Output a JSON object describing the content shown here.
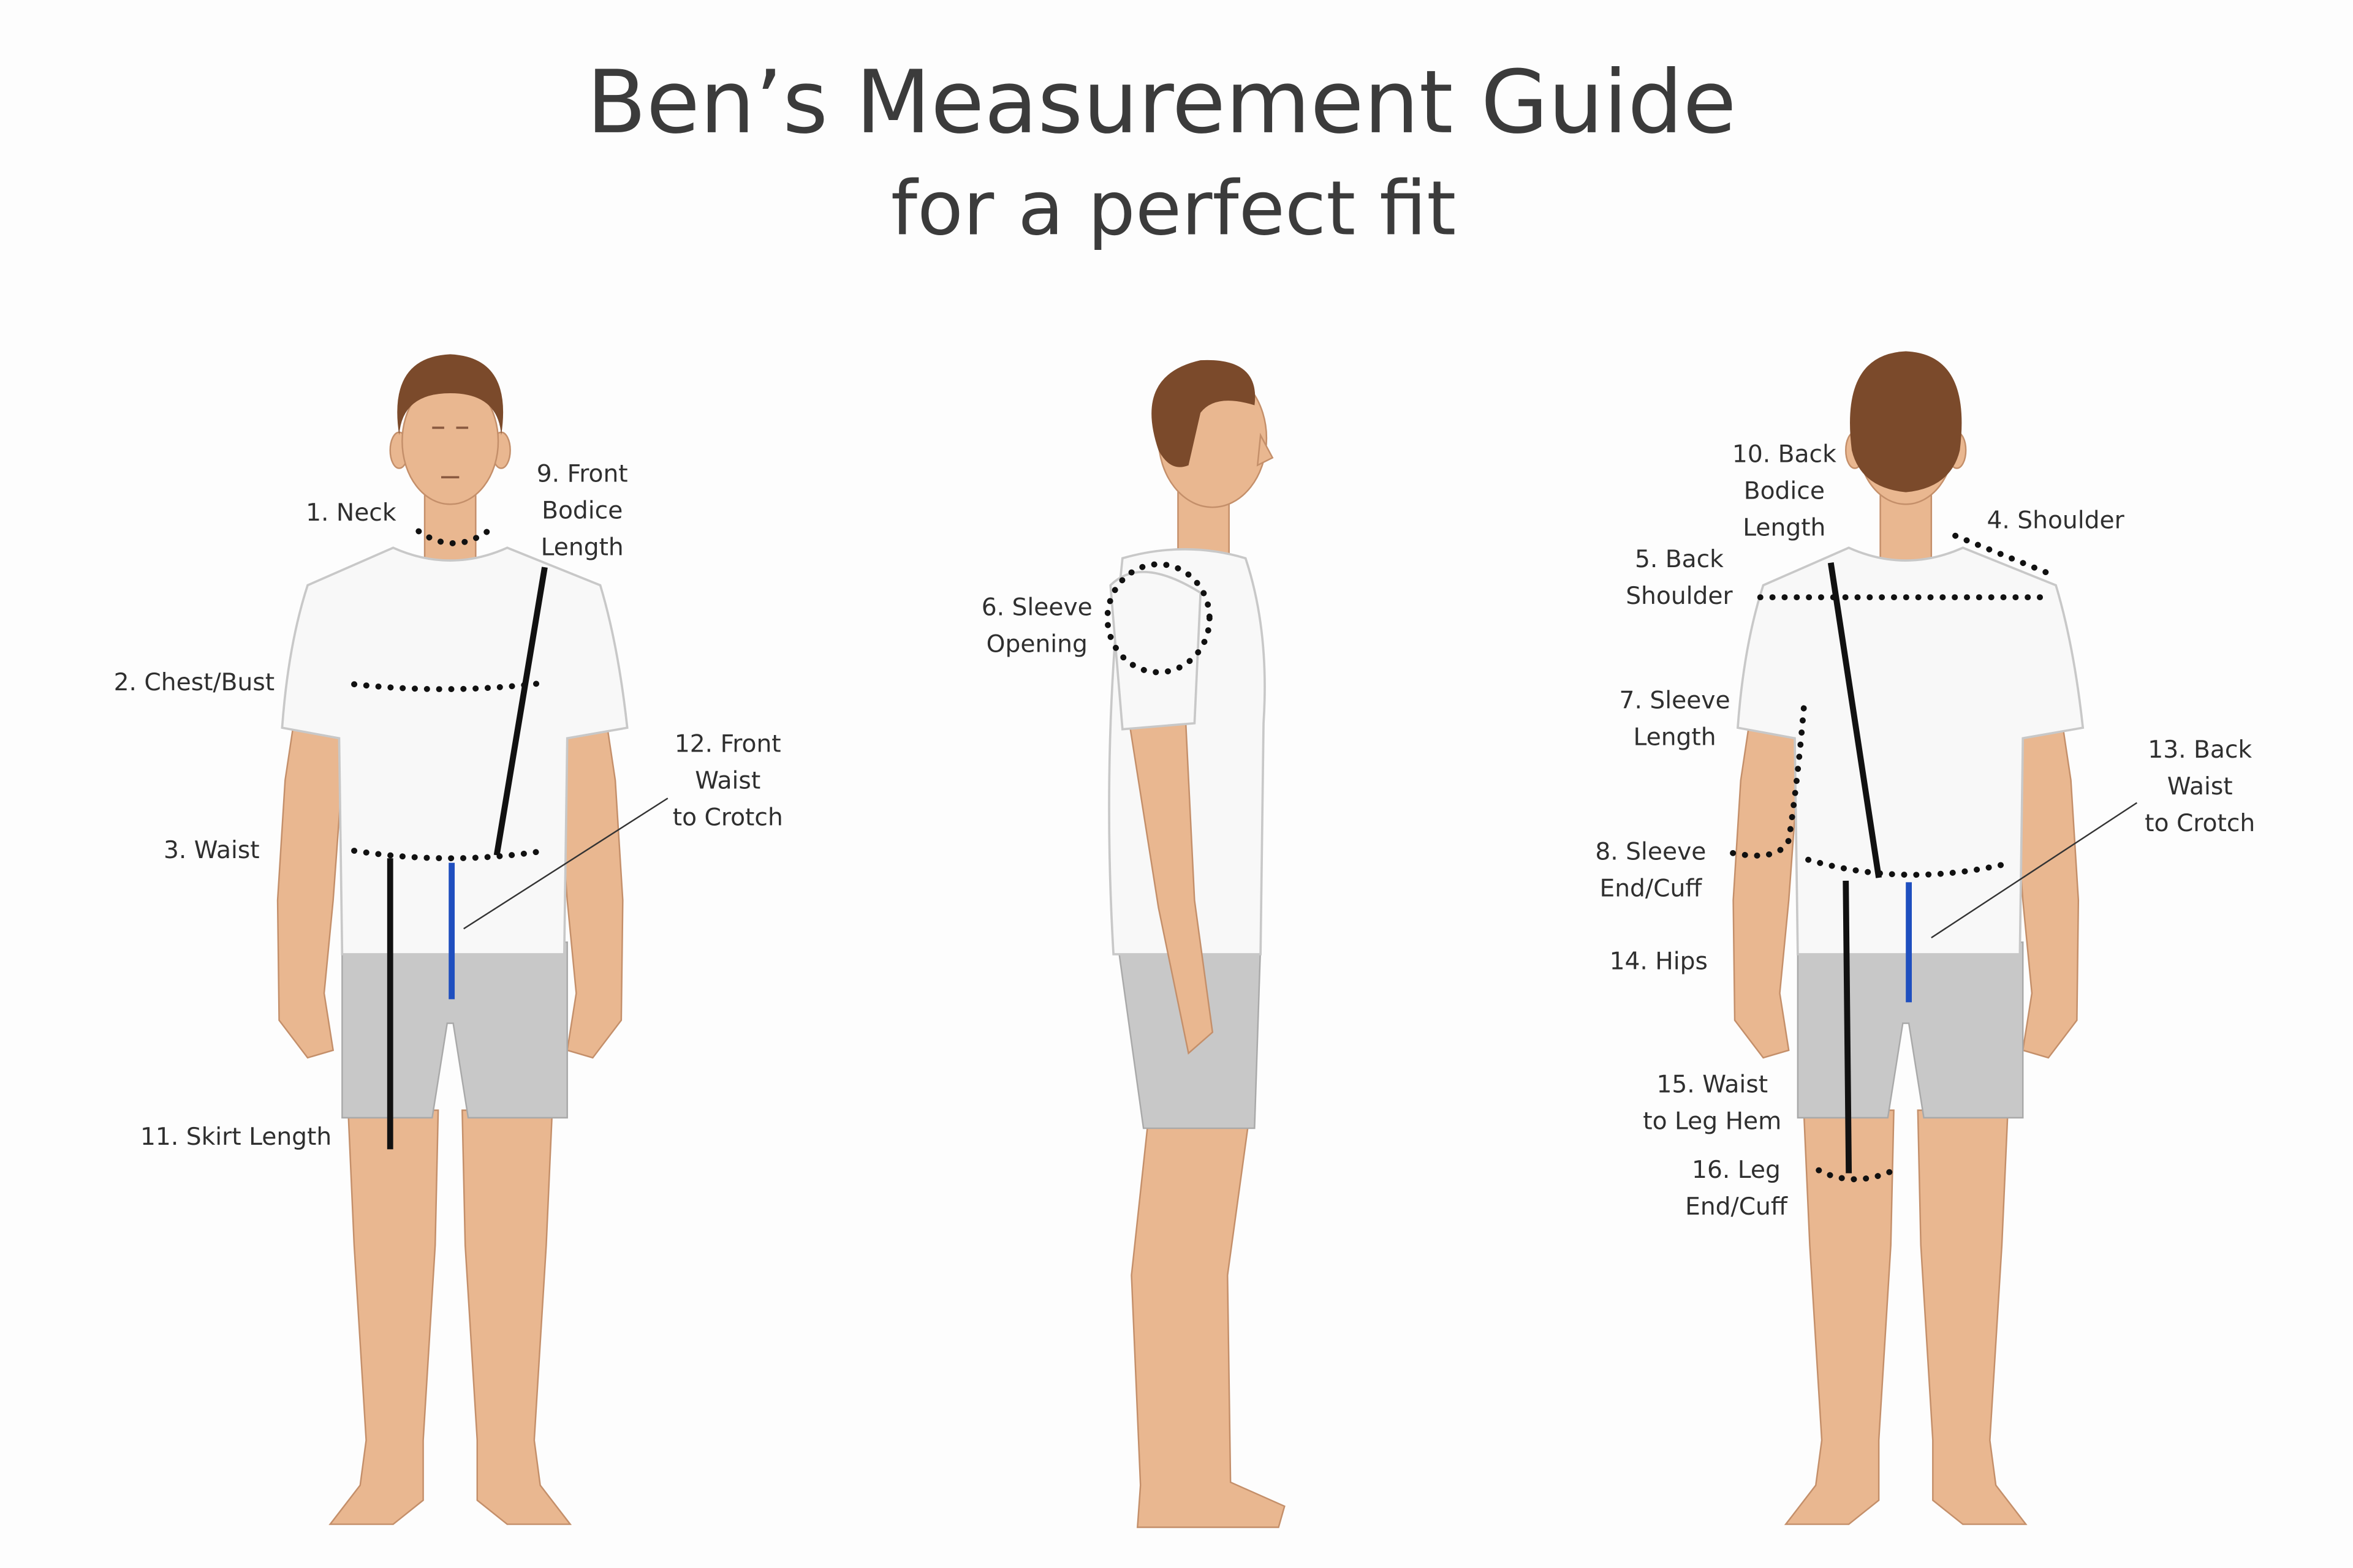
{
  "title": "Ben’s Measurement Guide",
  "subtitle": "for a perfect fit",
  "colors": {
    "text": "#3b3b3b",
    "measure_line": "#111111",
    "crotch_line": "#1f4fbf",
    "skin": "#e9b790",
    "shirt": "#f8f8f8",
    "shorts": "#c8c8c8",
    "hair": "#7b4a2b"
  },
  "views": [
    "front",
    "side",
    "back"
  ],
  "labels": [
    {
      "id": "neck",
      "lines": [
        "1. Neck"
      ]
    },
    {
      "id": "chest",
      "lines": [
        "2. Chest/Bust"
      ]
    },
    {
      "id": "waist",
      "lines": [
        "3. Waist"
      ]
    },
    {
      "id": "shoulder",
      "lines": [
        "4. Shoulder"
      ]
    },
    {
      "id": "back-shoulder",
      "lines": [
        "5. Back",
        "Shoulder"
      ]
    },
    {
      "id": "sleeve-opening",
      "lines": [
        "6. Sleeve",
        "Opening"
      ]
    },
    {
      "id": "sleeve-length",
      "lines": [
        "7. Sleeve",
        "Length"
      ]
    },
    {
      "id": "sleeve-cuff",
      "lines": [
        "8. Sleeve",
        "End/Cuff"
      ]
    },
    {
      "id": "front-bodice",
      "lines": [
        "9. Front",
        "Bodice",
        "Length"
      ]
    },
    {
      "id": "back-bodice",
      "lines": [
        "10. Back",
        "Bodice",
        "Length"
      ]
    },
    {
      "id": "skirt-length",
      "lines": [
        "11. Skirt Length"
      ]
    },
    {
      "id": "front-crotch",
      "lines": [
        "12. Front",
        "Waist",
        "to Crotch"
      ]
    },
    {
      "id": "back-crotch",
      "lines": [
        "13. Back",
        "Waist",
        "to Crotch"
      ]
    },
    {
      "id": "hips",
      "lines": [
        "14. Hips"
      ]
    },
    {
      "id": "waist-leg-hem",
      "lines": [
        "15. Waist",
        "to Leg Hem"
      ]
    },
    {
      "id": "leg-cuff",
      "lines": [
        "16. Leg",
        "End/Cuff"
      ]
    }
  ]
}
